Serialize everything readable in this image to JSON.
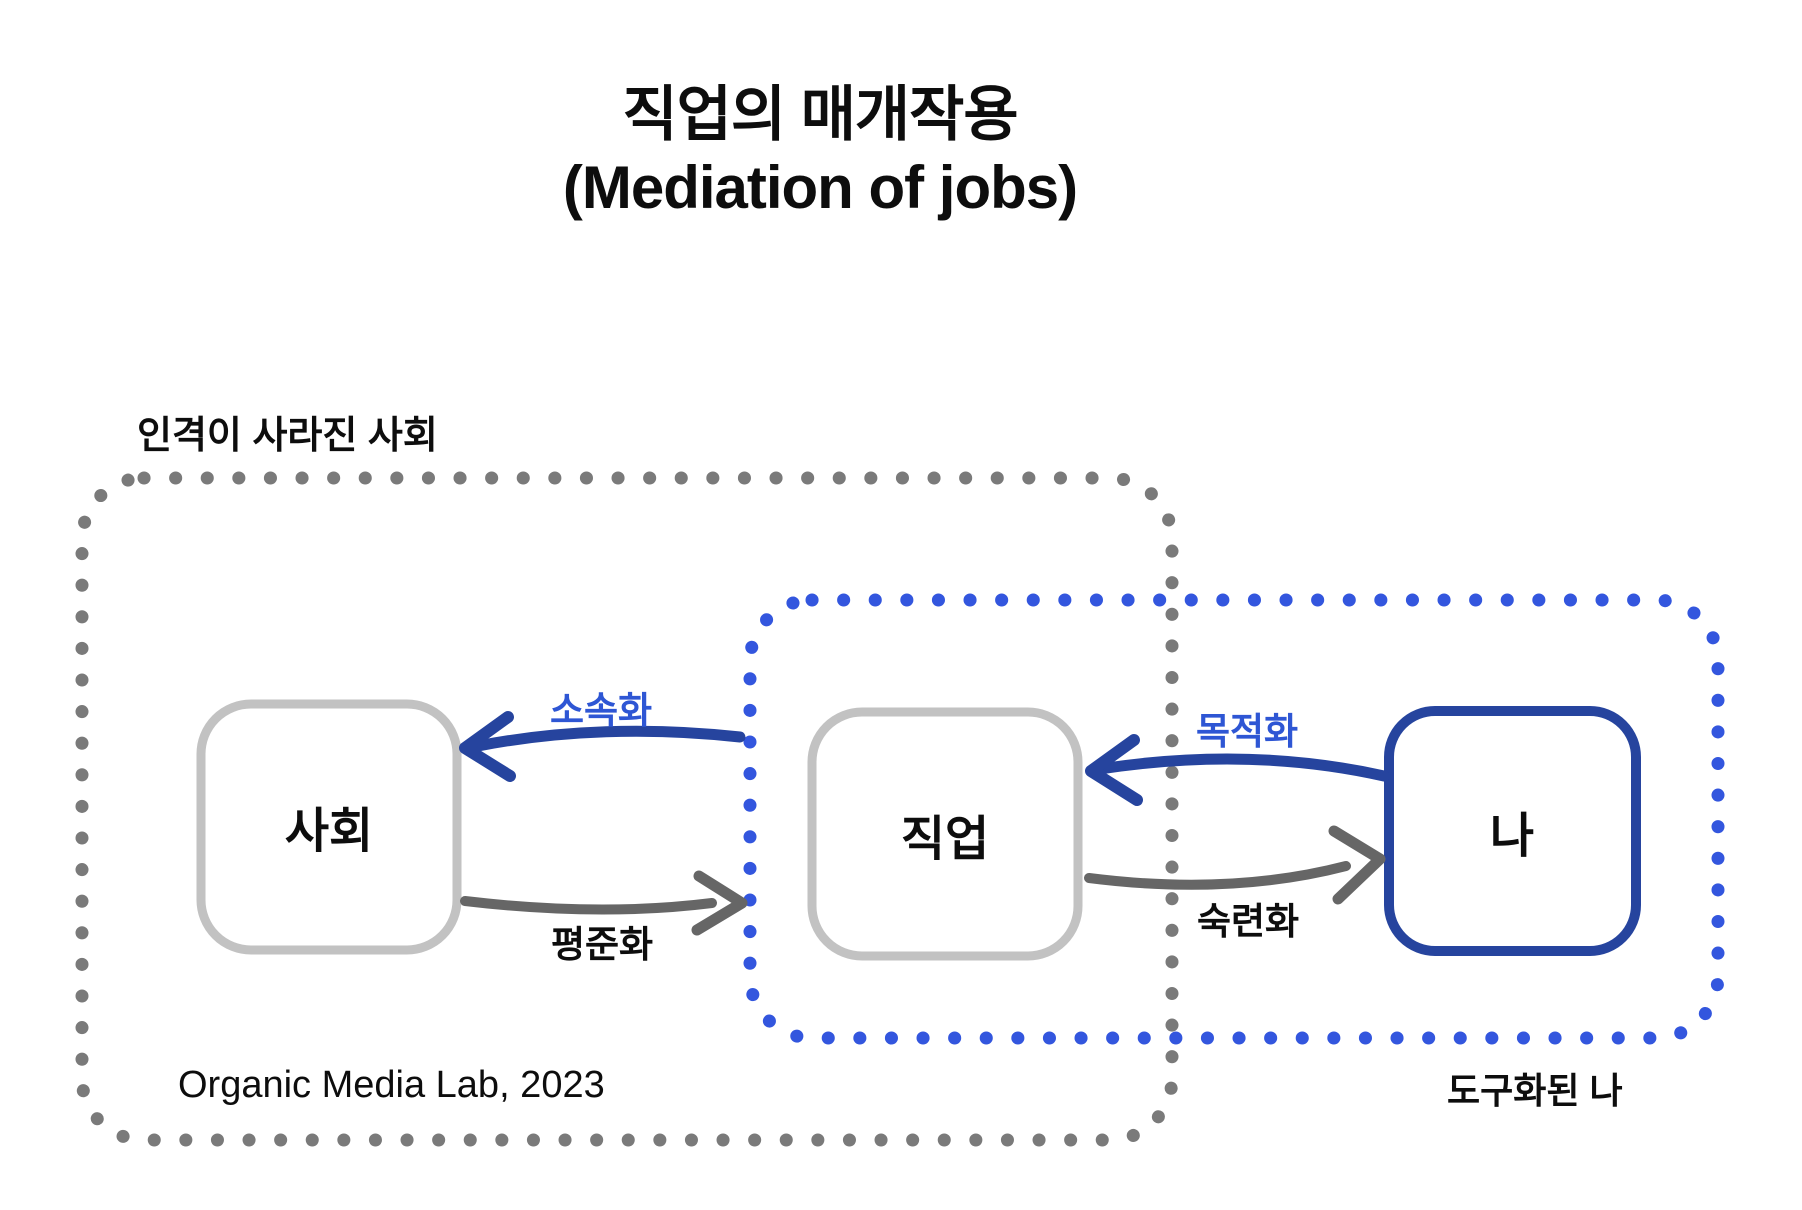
{
  "title": {
    "line1": "직업의 매개작용",
    "line2": "(Mediation of jobs)"
  },
  "region_labels": {
    "depersonalized_society": "인격이 사라진 사회",
    "instrumentalized_me": "도구화된 나"
  },
  "node_labels": {
    "society": "사회",
    "job": "직업",
    "me": "나"
  },
  "arrow_labels": {
    "belonging": "소속화",
    "standardization": "평준화",
    "objectification": "목적화",
    "mastery": "숙련화"
  },
  "credit": "Organic Media Lab, 2023",
  "colors": {
    "background": "#ffffff",
    "text": "#0d0d0d",
    "blue_dot": "#3356de",
    "blue_stroke": "#26449e",
    "blue_text": "#2e56d4",
    "gray_dot": "#7a7a7a",
    "gray_stroke": "#c2c2c2",
    "gray_arrow": "#666666"
  }
}
